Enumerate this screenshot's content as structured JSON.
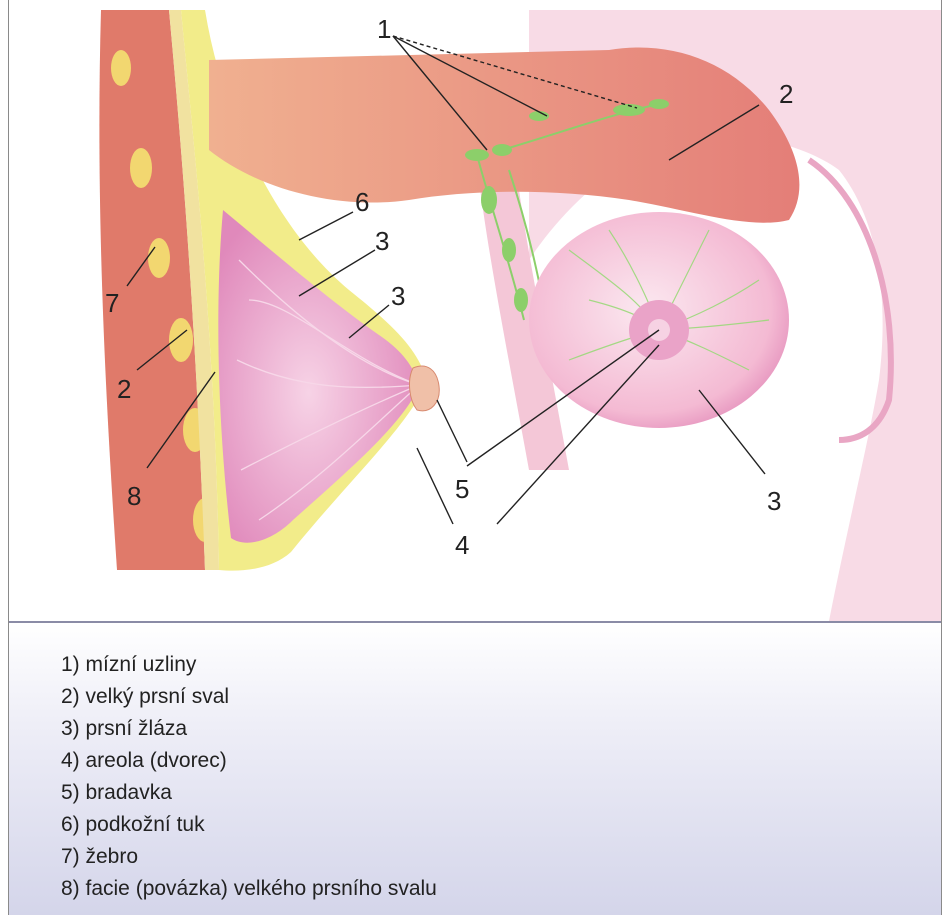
{
  "callouts": {
    "n1": "1",
    "n2_right": "2",
    "n6": "6",
    "n3_upper": "3",
    "n3_middle": "3",
    "n7": "7",
    "n2_left": "2",
    "n8": "8",
    "n5": "5",
    "n4": "4",
    "n3_right": "3"
  },
  "legend": {
    "items": [
      "1) mízní uzliny",
      "2) velký prsní sval",
      "3) prsní žláza",
      "4) areola (dvorec)",
      "5) bradavka",
      "6) podkožní tuk",
      "7) žebro",
      "8) facie (povázka) velkého prsního svalu"
    ]
  },
  "colors": {
    "muscle": "#e89a80",
    "fat": "#f2ec8a",
    "gland": "#eaa0c6",
    "skin": "#f6cfe0",
    "lymph": "#8ccf6a",
    "line": "#222222",
    "legend_bg": "#d4d5ea"
  }
}
